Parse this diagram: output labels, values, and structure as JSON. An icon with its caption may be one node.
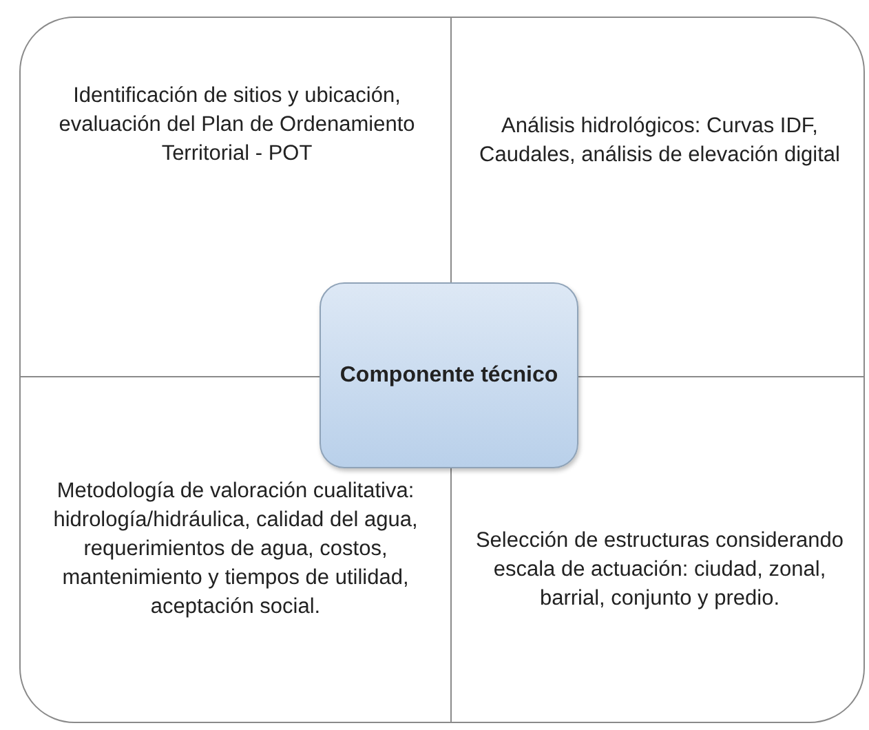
{
  "diagram": {
    "nodes": [
      {
        "text": [
          "Identificación de sitios y ubicación, evaluación del Plan de Ordenamiento Territorial - POT"
        ]
      },
      {
        "text": [
          "Análisis hidrológicos: Curvas IDF, Caudales, análisis de elevación digital"
        ]
      },
      {
        "text": [
          "Componente técnico"
        ]
      },
      {
        "text": [
          "Metodología de valoración cualitativa: hidrología/hidráulica, calidad del agua, requerimientos de agua, costos, mantenimiento y tiempos de utilidad, aceptación social."
        ]
      },
      {
        "text": [
          "Selección de estructuras considerando escala de actuación: ciudad, zonal, barrial, conjunto y predio."
        ]
      }
    ]
  }
}
